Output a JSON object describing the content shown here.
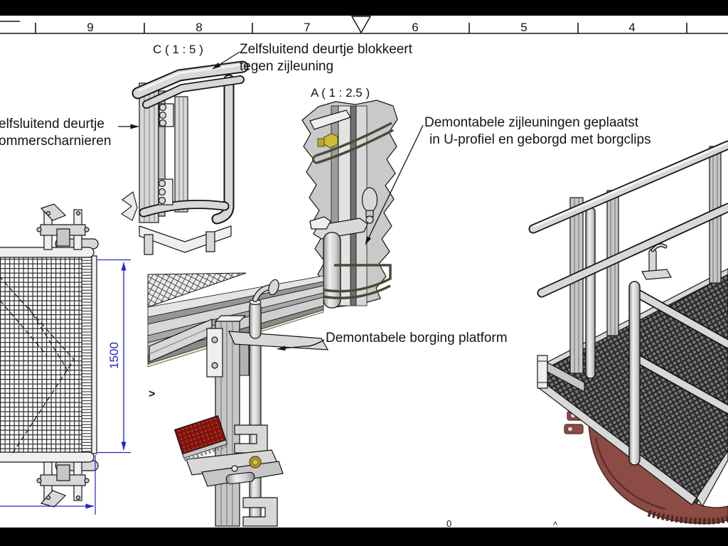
{
  "meta": {
    "sheet_type": "technical-drawing",
    "language": "nl"
  },
  "colors": {
    "background": "#ffffff",
    "line": "#141414",
    "dimension_blue": "#2424c8",
    "tank_maroon": "#8c4b44",
    "step_red": "#7d150e",
    "bolt_yellow": "#cdbd35",
    "nut_brass": "#b8992f",
    "metal_light": "#d8d8d8",
    "letterbox": "#000000"
  },
  "ruler": {
    "numbers": [
      "9",
      "8",
      "7",
      "6",
      "5",
      "4"
    ]
  },
  "view_labels": {
    "detail_c": "C ( 1 : 5 )",
    "detail_a": "A ( 1 : 2.5 )"
  },
  "annotations": {
    "gate_block_line1": "Zelfsluitend deurtje blokkeert",
    "gate_block_line2": "tegen zijleuning",
    "gate_hinge_line1": "elfsluitend deurtje",
    "gate_hinge_line2": "ommerscharnieren",
    "side_rail_line1": "Demontabele zijleuningen geplaatst",
    "side_rail_line2": "in U-profiel en geborgd met borgclips",
    "platform_lock": "Demontabele borging platform"
  },
  "dimensions": {
    "platform_height": "1500"
  },
  "marks": {
    "break_mark": ">",
    "partial_glyph_left": "0",
    "partial_glyph_right": "^"
  }
}
